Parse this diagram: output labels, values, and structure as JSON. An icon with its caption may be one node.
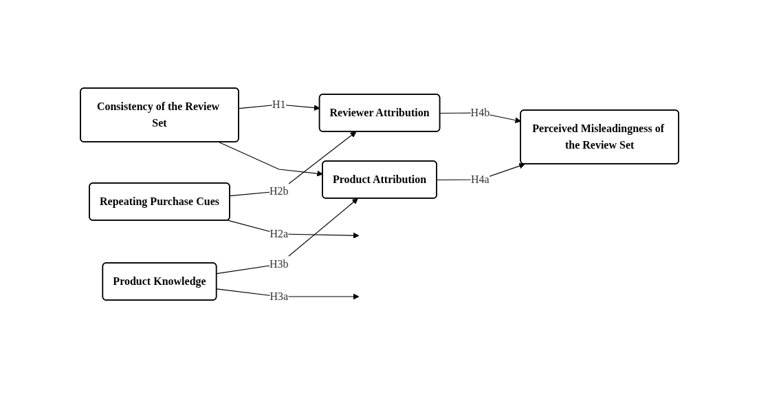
{
  "diagram": {
    "nodes": [
      {
        "text": [
          "Repeating Purchase Cues"
        ]
      },
      {
        "text": [
          "Product Attribution"
        ]
      },
      {
        "text": [
          "Consistency of the Review Set"
        ]
      },
      {
        "text": [
          "Perceived Misleadingness of the Review Set"
        ]
      },
      {
        "text": [
          "Reviewer Attribution"
        ]
      },
      {
        "text": [
          "Product Knowledge"
        ]
      }
    ],
    "edges": [
      {
        "from": 2,
        "to": 1,
        "arrow": "to"
      },
      {
        "from": 2,
        "to": 4,
        "arrow": "to",
        "label": "H1"
      },
      {
        "from": 0,
        "to": null,
        "arrow": "to",
        "label": "H2a"
      },
      {
        "from": 0,
        "to": 4,
        "arrow": "to",
        "label": "H2b"
      },
      {
        "from": 5,
        "to": null,
        "arrow": "to",
        "label": "H3a"
      },
      {
        "from": 5,
        "to": 1,
        "arrow": "to",
        "label": "H3b"
      },
      {
        "from": 1,
        "to": 3,
        "arrow": "to",
        "label": "H4a"
      },
      {
        "from": 4,
        "to": 3,
        "arrow": "to",
        "label": "H4b"
      }
    ]
  }
}
